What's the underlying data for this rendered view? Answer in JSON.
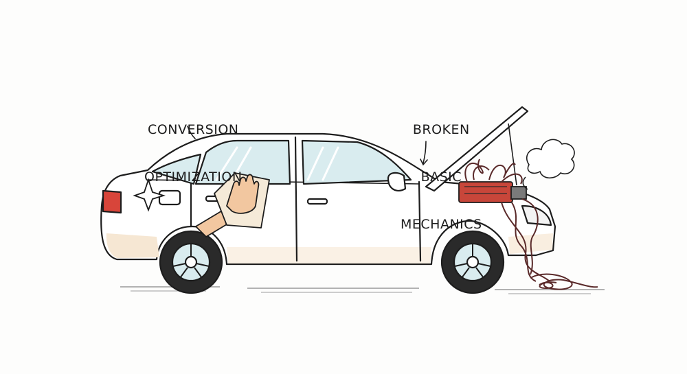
{
  "annotations": {
    "left": {
      "lines": [
        "CONVERSION",
        "OPTIMIZATION"
      ]
    },
    "right": {
      "lines": [
        "BROKEN",
        "BASIC",
        "MECHANICS"
      ]
    }
  },
  "colors": {
    "ink": "#1d1d1d",
    "body": "#ffffff",
    "body_shade": "#f6e7d3",
    "glass": "#d9ecef",
    "taillight": "#d8453a",
    "engine": "#c8463a",
    "wires": "#5a2a2a",
    "skin": "#f2c7a0",
    "cloth": "#f5ead8"
  },
  "icons": [
    "sparkle-icon",
    "smoke-icon"
  ]
}
